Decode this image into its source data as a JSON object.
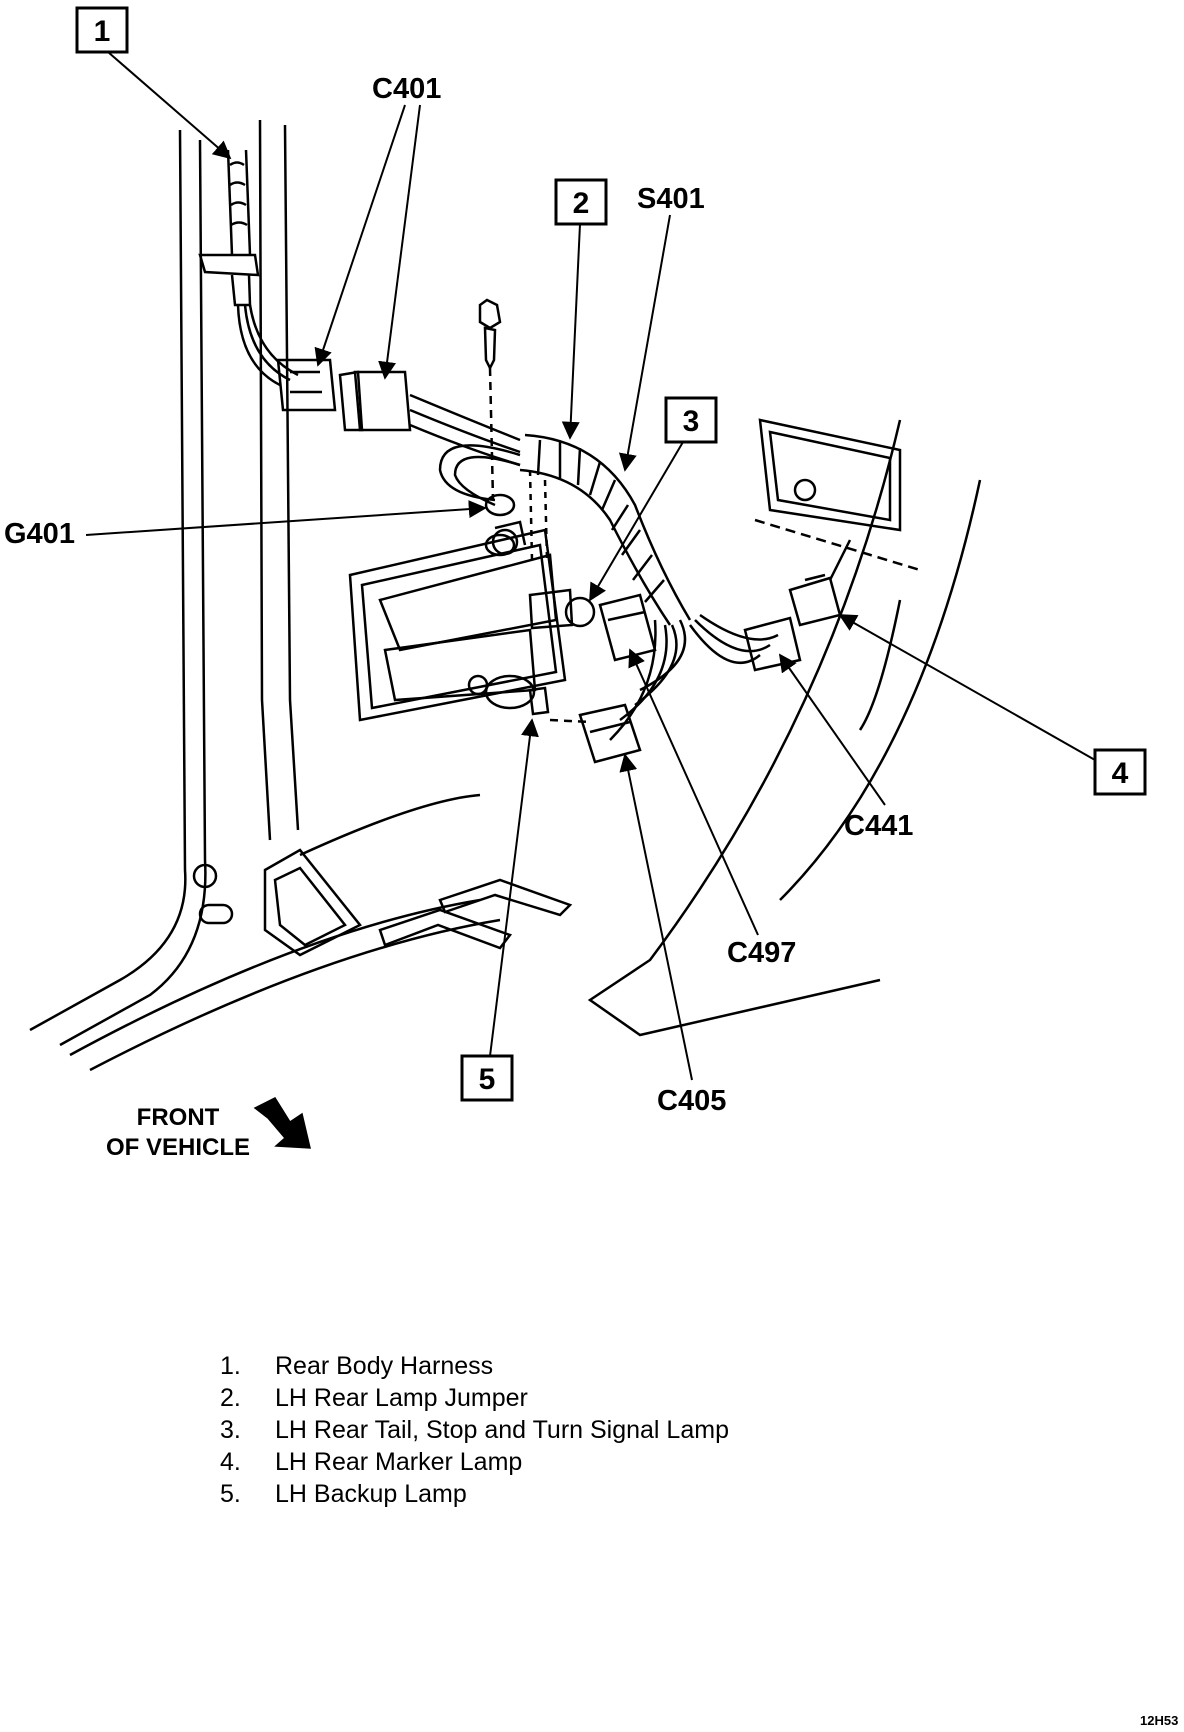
{
  "callouts": [
    {
      "num": "1"
    },
    {
      "num": "2"
    },
    {
      "num": "3"
    },
    {
      "num": "4"
    },
    {
      "num": "5"
    }
  ],
  "connectors": {
    "c401": "C401",
    "s401": "S401",
    "g401": "G401",
    "c441": "C441",
    "c497": "C497",
    "c405": "C405"
  },
  "front_label": {
    "line1": "FRONT",
    "line2": "OF VEHICLE"
  },
  "legend": [
    {
      "num": "1.",
      "text": "Rear Body Harness"
    },
    {
      "num": "2.",
      "text": "LH Rear Lamp Jumper"
    },
    {
      "num": "3.",
      "text": "LH Rear Tail, Stop and Turn Signal Lamp"
    },
    {
      "num": "4.",
      "text": "LH Rear Marker Lamp"
    },
    {
      "num": "5.",
      "text": "LH Backup Lamp"
    }
  ],
  "figure_code": "12H53"
}
